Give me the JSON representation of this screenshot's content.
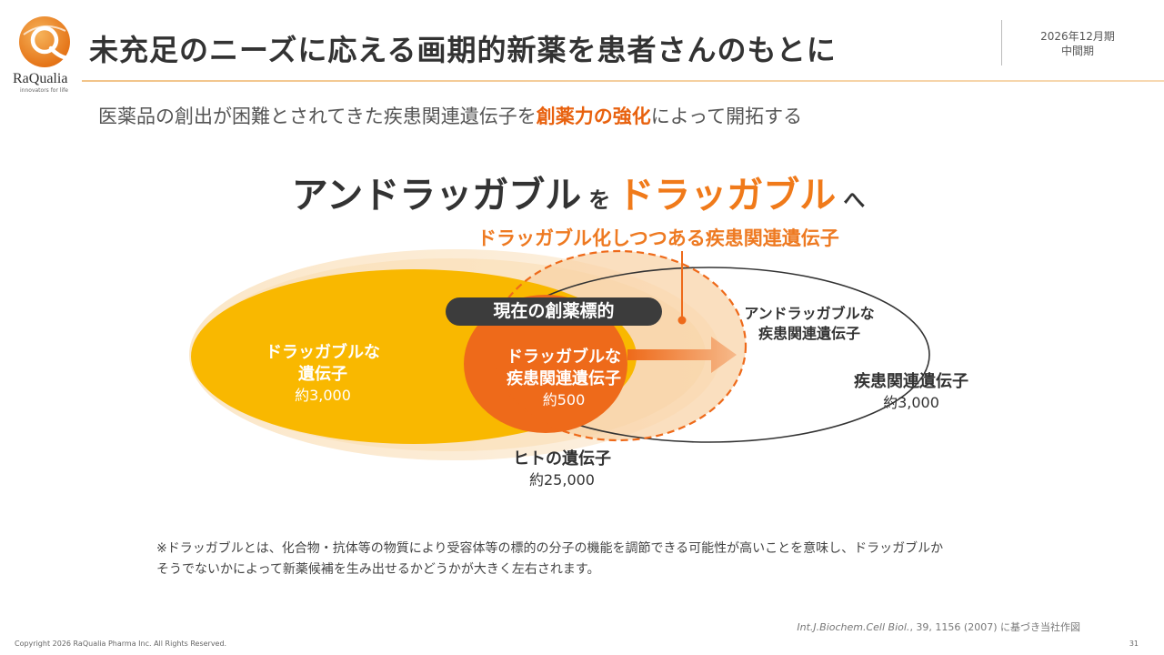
{
  "brand": {
    "name": "RaQualia",
    "tagline": "innovators for life",
    "colors": {
      "accent": "#e8610e",
      "gold": "#f9b800",
      "orange": "#ee6a1a"
    }
  },
  "header": {
    "title": "未充足のニーズに応える画期的新薬を患者さんのもとに",
    "period_line1": "2026年12月期",
    "period_line2": "中間期"
  },
  "subtitle": {
    "prefix": "医薬品の創出が困難とされてきた疾患関連遺伝子を",
    "highlight": "創薬力の強化",
    "suffix": "によって開拓する"
  },
  "headline": {
    "part1": "アンドラッガブル",
    "connector1": "を",
    "part2": "ドラッガブル",
    "connector2": "へ"
  },
  "diagram": {
    "current_target_badge": "現在の創薬標的",
    "druggable_upcoming": "ドラッガブル化しつつある疾患関連遺伝子",
    "druggable_genes": {
      "line1": "ドラッガブルな",
      "line2": "遺伝子",
      "count": "約3,000"
    },
    "druggable_disease_genes": {
      "line1": "ドラッガブルな",
      "line2": "疾患関連遺伝子",
      "count": "約500"
    },
    "undruggable_disease_genes": {
      "line1": "アンドラッガブルな",
      "line2": "疾患関連遺伝子"
    },
    "disease_genes": {
      "label": "疾患関連遺伝子",
      "count": "約3,000"
    },
    "human_genes": {
      "label": "ヒトの遺伝子",
      "count": "約25,000"
    }
  },
  "note": {
    "line1": "※ドラッガブルとは、化合物・抗体等の物質により受容体等の標的の分子の機能を調節できる可能性が高いことを意味し、ドラッガブルか",
    "line2": "そうでないかによって新薬候補を生み出せるかどうかが大きく左右されます。"
  },
  "citation": {
    "journal": "Int.J.Biochem.Cell Biol.",
    "detail": ", 39, 1156 (2007) に基づき当社作図"
  },
  "footer": {
    "copyright": "Copyright 2026 RaQualia Pharma Inc. All Rights Reserved.",
    "page_number": "31"
  },
  "icons": {
    "logo": "raqualia-logo-icon",
    "arrow": "right-arrow-icon"
  }
}
